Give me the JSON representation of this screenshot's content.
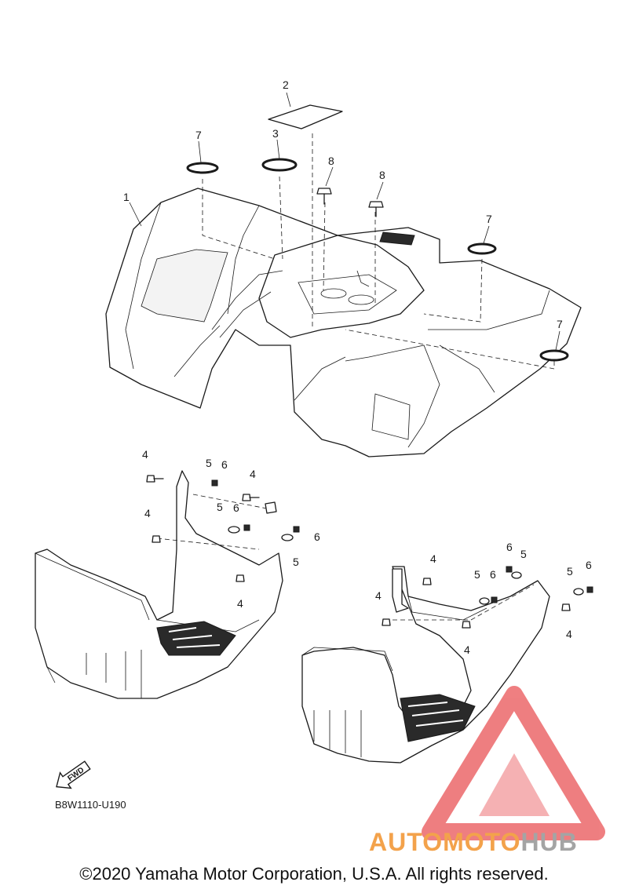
{
  "callouts": {
    "c1": "1",
    "c2": "2",
    "c3": "3",
    "c7a": "7",
    "c7b": "7",
    "c7c": "7",
    "c8a": "8",
    "c8b": "8",
    "l4a": "4",
    "l5a": "5",
    "l6a": "6",
    "l4b": "4",
    "l5b": "5",
    "l6b": "6",
    "l4c": "4",
    "l6c": "6",
    "l5c": "5",
    "l4d": "4",
    "r6a": "6",
    "r5a": "5",
    "r4a": "4",
    "r5b": "5",
    "r6b": "6",
    "r5c": "5",
    "r6c": "6",
    "r4b": "4",
    "r4c": "4",
    "r4d": "4"
  },
  "fwd_label": "FWD",
  "diagram_code": "B8W1110-U190",
  "watermark": {
    "part1": "AUTOMOTO",
    "part2": "HUB"
  },
  "copyright": "©2020 Yamaha Motor Corporation, U.S.A. All rights reserved.",
  "colors": {
    "watermark_red": "#e8484b",
    "watermark_orange": "#f3a24b",
    "watermark_gray": "#a4a4a4"
  }
}
